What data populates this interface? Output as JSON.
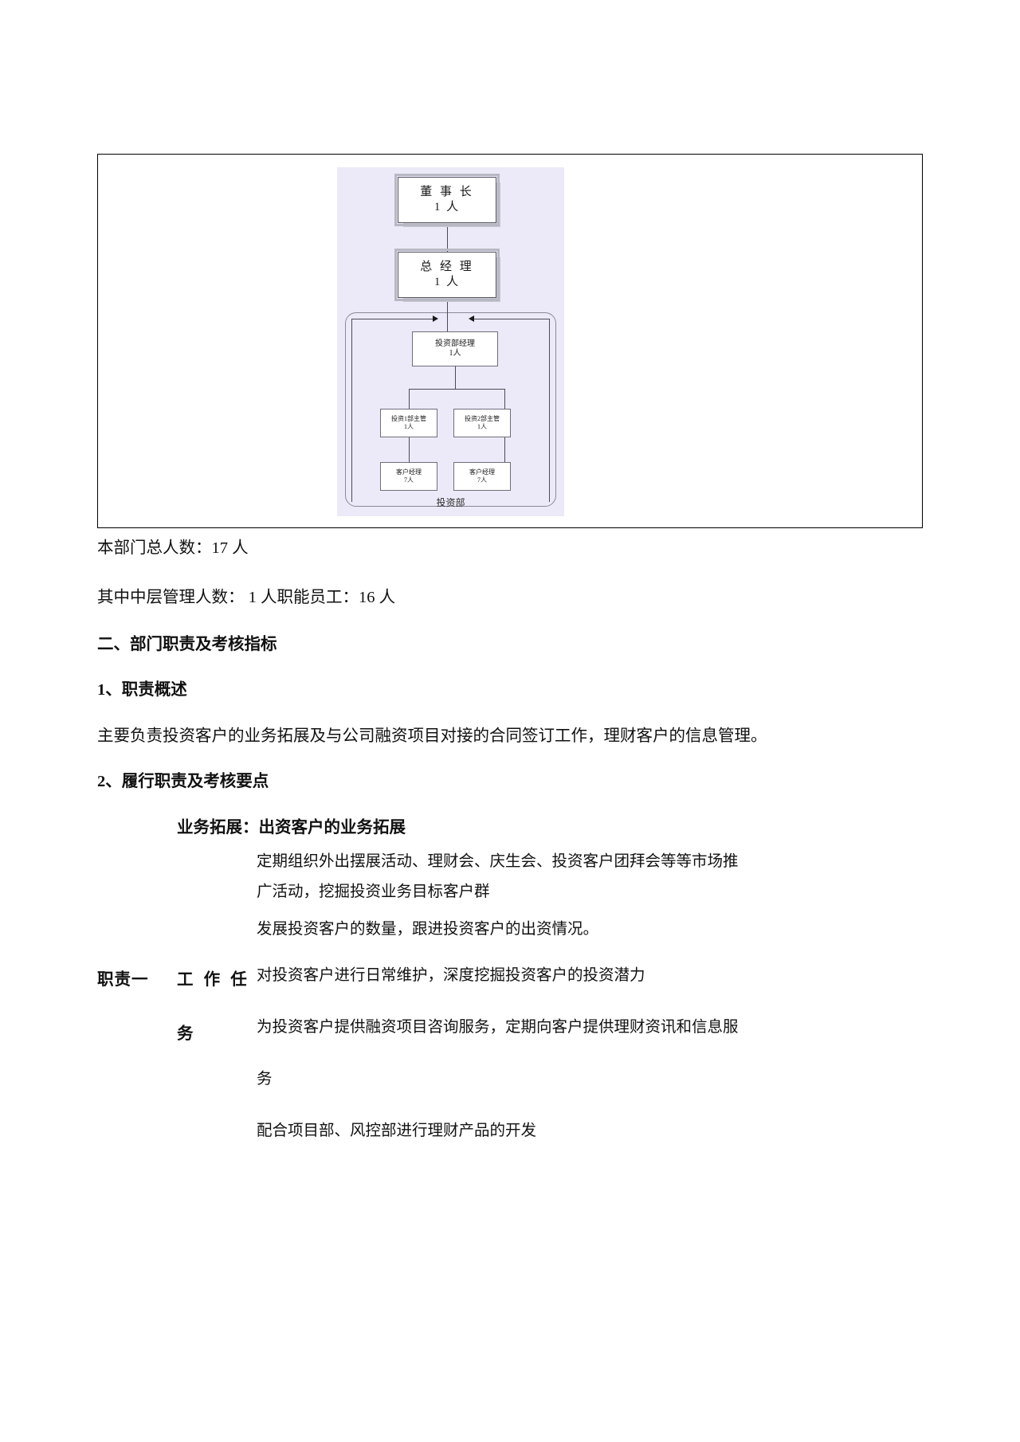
{
  "figure": {
    "dept_label": "投资部",
    "nodes": [
      {
        "id": "chairman",
        "title": "董 事 长",
        "count": "1 人"
      },
      {
        "id": "gm",
        "title": "总 经 理",
        "count": "1 人"
      },
      {
        "id": "inv-mgr",
        "title": "投资部经理",
        "count": "1人"
      },
      {
        "id": "sup1",
        "title": "投资1部主管",
        "count": "1人"
      },
      {
        "id": "sup2",
        "title": "投资2部主管",
        "count": "1人"
      },
      {
        "id": "cm1",
        "title": "客户经理",
        "count": "7人"
      },
      {
        "id": "cm2",
        "title": "客户经理",
        "count": "7人"
      }
    ]
  },
  "body": {
    "total_headcount": "本部门总人数：17 人",
    "breakdown": "其中中层管理人数： 1 人职能员工：16 人",
    "heading_2": "二、部门职责及考核指标",
    "heading_2_1": "1、职责概述",
    "overview": "主要负责投资客户的业务拓展及与公司融资项目对接的合同签订工作，理财客户的信息管理。",
    "heading_2_2": "2、履行职责及考核要点",
    "sub_heading": "业务拓展：出资客户的业务拓展",
    "task_lines": [
      "定期组织外出摆展活动、理财会、庆生会、投资客户团拜会等等市场推",
      "广活动，挖掘投资业务目标客户群",
      "发展投资客户的数量，跟进投资客户的出资情况。"
    ],
    "duty_label_1": "职责一",
    "duty_label_2": "工 作 任",
    "duty_label_3": "务",
    "duty_lines": [
      "对投资客户进行日常维护，深度挖掘投资客户的投资潜力",
      "为投资客户提供融资项目咨询服务，定期向客户提供理财资讯和信息服",
      "务",
      "配合项目部、风控部进行理财产品的开发"
    ]
  }
}
